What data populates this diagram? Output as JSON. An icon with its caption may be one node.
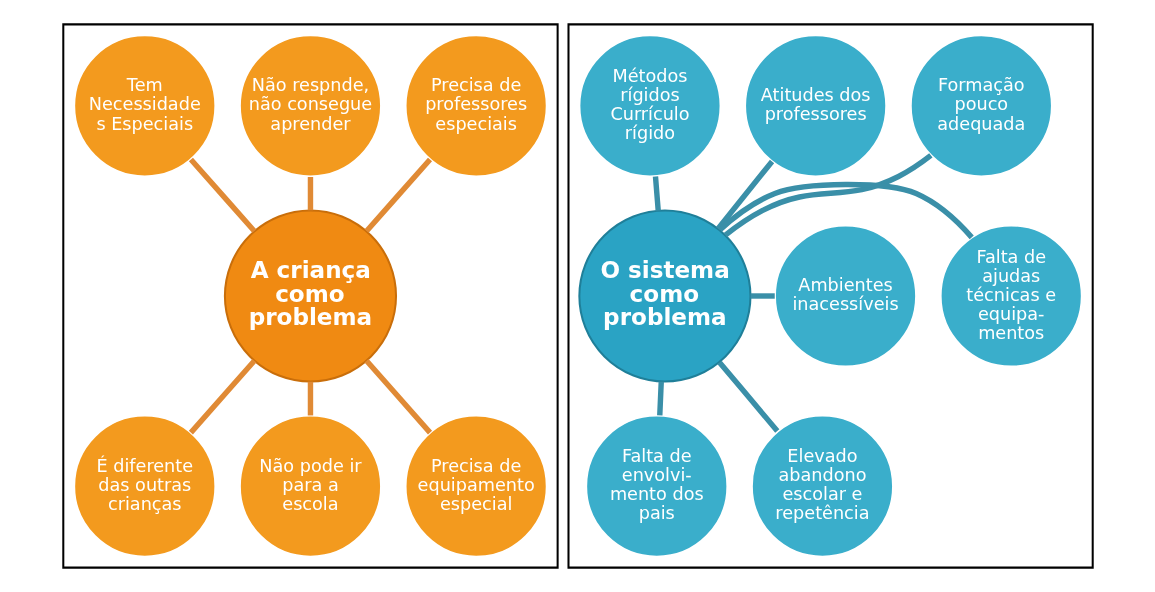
{
  "diagram": {
    "nodes": [
      {
        "text": [],
        "shape": "box"
      },
      {
        "text": [
          "A criança como problema"
        ],
        "in": 0
      },
      {
        "text": [
          "Não respnde, não consegue aprender"
        ],
        "in": 0
      },
      {
        "text": [
          "Precisa de professores especiais"
        ],
        "in": 0
      },
      {
        "text": [
          "Tem Necessidade s Especiais"
        ],
        "in": 0
      },
      {
        "text": [
          "É diferente das outras crianças"
        ],
        "in": 0
      },
      {
        "text": [
          "Precisa de equipamento especial"
        ],
        "in": 0
      },
      {
        "text": [
          "Não pode ir para a escola"
        ],
        "in": 0
      },
      {
        "text": [],
        "shape": "box"
      },
      {
        "text": [
          "O sistema como problema"
        ],
        "in": 8
      },
      {
        "text": [
          "Atitudes dos professores"
        ],
        "in": 8
      },
      {
        "text": [
          "Formação pouco adequada"
        ],
        "in": 8
      },
      {
        "text": [
          "Métodos rígidos Currículo rígido"
        ],
        "in": 8
      },
      {
        "text": [
          "Falta de ajudas técnicas e equipa- mentos"
        ],
        "in": 8
      },
      {
        "text": [
          "Ambientes inacessíveis"
        ],
        "in": 8
      },
      {
        "text": [
          "Falta de envolvi- mento dos pais"
        ],
        "in": 8
      },
      {
        "text": [
          "Elevado abandono escolar e repetência"
        ],
        "in": 8
      }
    ],
    "edges": [
      {
        "from": 1,
        "to": 2,
        "arrow": "none",
        "color": "#e08a35"
      },
      {
        "from": 1,
        "to": 3,
        "arrow": "none",
        "color": "#e08a35"
      },
      {
        "from": 1,
        "to": 4,
        "arrow": "none",
        "color": "#e08a35"
      },
      {
        "from": 1,
        "to": 5,
        "arrow": "none",
        "color": "#e08a35"
      },
      {
        "from": 1,
        "to": 6,
        "arrow": "none",
        "color": "#e08a35"
      },
      {
        "from": 1,
        "to": 7,
        "arrow": "none",
        "color": "#e08a35"
      },
      {
        "from": 9,
        "to": 10,
        "arrow": "none",
        "color": "#3a8fa8"
      },
      {
        "from": 9,
        "to": 11,
        "arrow": "none",
        "color": "#3a8fa8"
      },
      {
        "from": 9,
        "to": 12,
        "arrow": "none",
        "color": "#3a8fa8"
      },
      {
        "from": 9,
        "to": 13,
        "arrow": "none",
        "color": "#3a8fa8"
      },
      {
        "from": 9,
        "to": 14,
        "arrow": "none",
        "color": "#3a8fa8"
      },
      {
        "from": 9,
        "to": 15,
        "arrow": "none",
        "color": "#3a8fa8"
      },
      {
        "from": 9,
        "to": 16,
        "arrow": "none",
        "color": "#3a8fa8"
      }
    ]
  }
}
